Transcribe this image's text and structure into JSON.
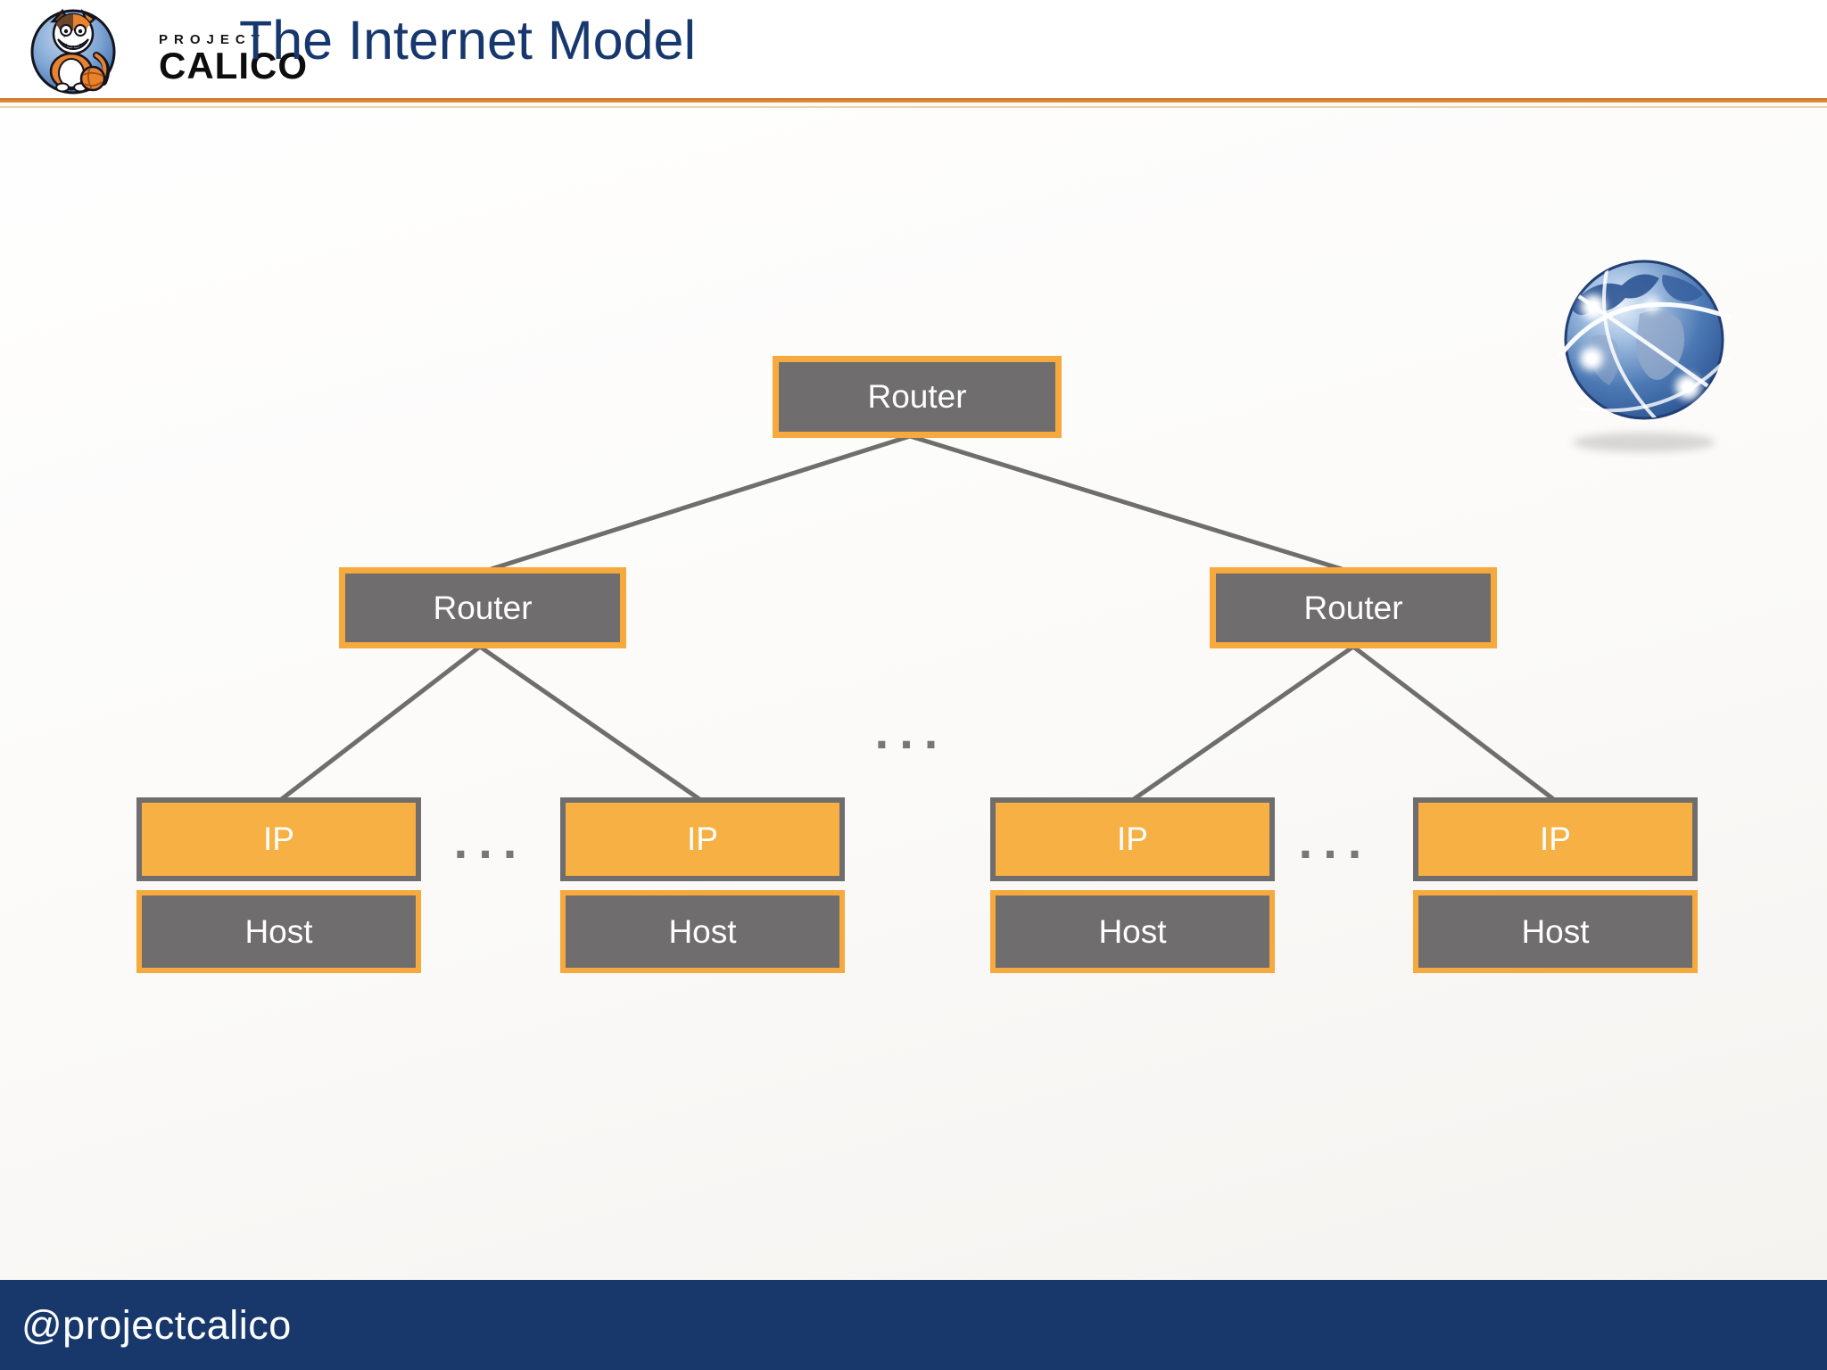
{
  "header": {
    "logo": {
      "project": "PROJECT",
      "calico": "CALICO"
    },
    "title": "The Internet Model"
  },
  "diagram": {
    "routers": [
      {
        "id": "top",
        "label": "Router"
      },
      {
        "id": "left",
        "label": "Router"
      },
      {
        "id": "right",
        "label": "Router"
      }
    ],
    "stacks": [
      {
        "ip": "IP",
        "host": "Host"
      },
      {
        "ip": "IP",
        "host": "Host"
      },
      {
        "ip": "IP",
        "host": "Host"
      },
      {
        "ip": "IP",
        "host": "Host"
      }
    ],
    "ellipses": [
      "...",
      "...",
      "..."
    ]
  },
  "footer": {
    "handle": "@projectcalico"
  },
  "colors": {
    "accent_orange": "#f6a93c",
    "ip_fill_orange": "#f7b043",
    "box_gray": "#6f6d6e",
    "connector_gray": "#6e6e6e",
    "title_blue": "#16386e",
    "footer_navy": "#18386c",
    "divider_orange": "#d9822f"
  }
}
